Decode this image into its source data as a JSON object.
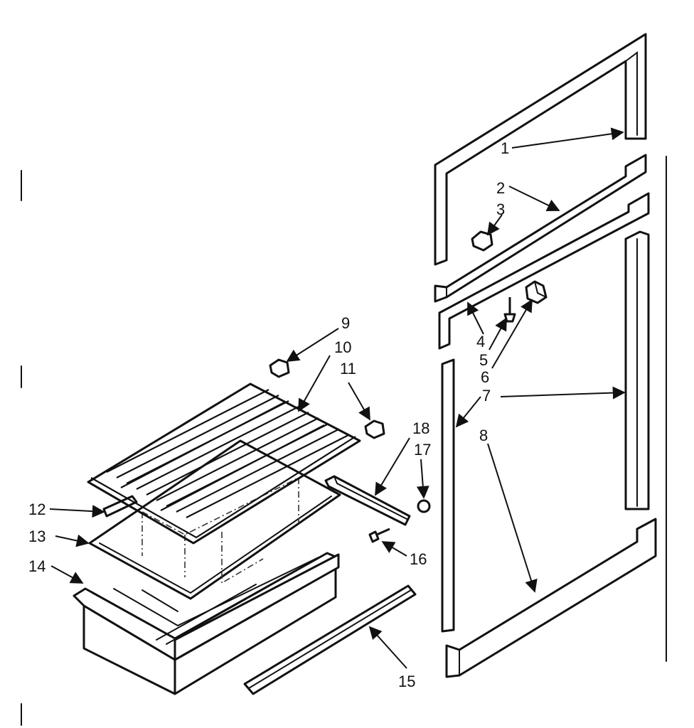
{
  "diagram": {
    "ink_color": "#111111",
    "background": "#ffffff",
    "callouts": [
      {
        "id": "1",
        "label": "1"
      },
      {
        "id": "2",
        "label": "2"
      },
      {
        "id": "3",
        "label": "3"
      },
      {
        "id": "4",
        "label": "4"
      },
      {
        "id": "5",
        "label": "5"
      },
      {
        "id": "6",
        "label": "6"
      },
      {
        "id": "7",
        "label": "7"
      },
      {
        "id": "8",
        "label": "8"
      },
      {
        "id": "9",
        "label": "9"
      },
      {
        "id": "10",
        "label": "10"
      },
      {
        "id": "11",
        "label": "11"
      },
      {
        "id": "12",
        "label": "12"
      },
      {
        "id": "13",
        "label": "13"
      },
      {
        "id": "14",
        "label": "14"
      },
      {
        "id": "15",
        "label": "15"
      },
      {
        "id": "16",
        "label": "16"
      },
      {
        "id": "17",
        "label": "17"
      },
      {
        "id": "18",
        "label": "18"
      }
    ]
  }
}
